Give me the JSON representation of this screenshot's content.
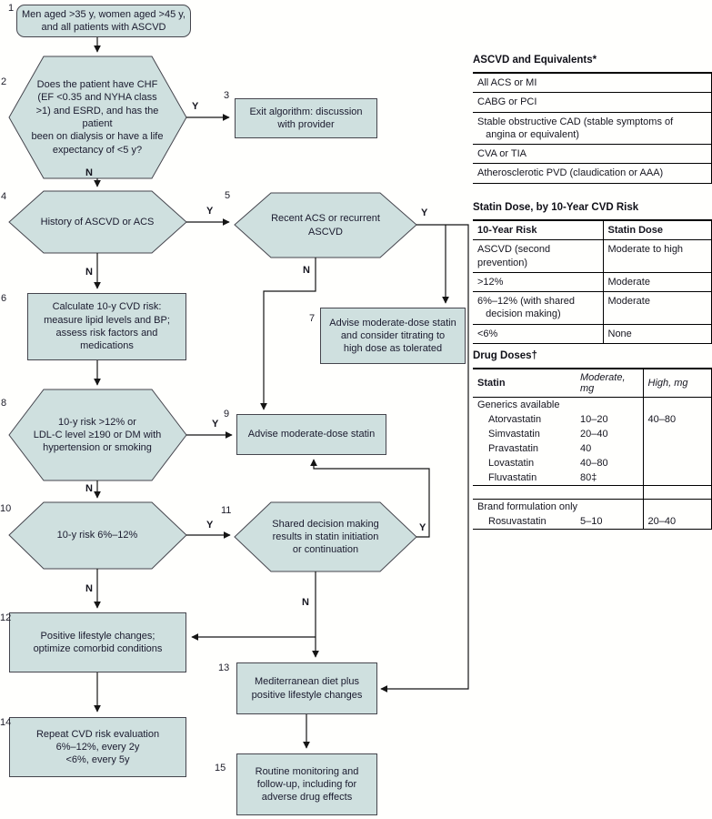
{
  "figure": {
    "background": "#fffffd",
    "node_fill": "#cfe0df",
    "node_border": "#45454d",
    "text_color": "#1a1a2e",
    "rule_color": "#000000"
  },
  "flow": {
    "nodes": [
      {
        "num": "1",
        "shape": "rounded",
        "text": "Men aged >35 y, women aged >45 y,\nand all patients with ASCVD"
      },
      {
        "num": "2",
        "shape": "hexagon",
        "text": "Does the patient have CHF\n(EF <0.35 and NYHA class\n>1) and ESRD, and has the patient\nbeen on dialysis or have a life\nexpectancy of <5 y?"
      },
      {
        "num": "3",
        "shape": "rect",
        "text": "Exit algorithm: discussion\nwith provider"
      },
      {
        "num": "4",
        "shape": "hexagon",
        "text": "History of ASCVD or ACS"
      },
      {
        "num": "5",
        "shape": "hexagon",
        "text": "Recent ACS or recurrent\nASCVD"
      },
      {
        "num": "6",
        "shape": "rect",
        "text": "Calculate 10-y CVD risk:\nmeasure lipid levels and BP;\nassess risk factors and\nmedications"
      },
      {
        "num": "7",
        "shape": "rect",
        "text": "Advise moderate-dose statin\nand consider titrating to\nhigh dose as tolerated"
      },
      {
        "num": "8",
        "shape": "hexagon",
        "text": "10-y risk >12% or\nLDL-C level ≥190 or DM with\nhypertension or smoking"
      },
      {
        "num": "9",
        "shape": "rect",
        "text": "Advise moderate-dose statin"
      },
      {
        "num": "10",
        "shape": "hexagon",
        "text": "10-y risk 6%–12%"
      },
      {
        "num": "11",
        "shape": "hexagon",
        "text": "Shared decision making\nresults in statin initiation\nor continuation"
      },
      {
        "num": "12",
        "shape": "rect",
        "text": "Positive lifestyle changes;\noptimize comorbid conditions"
      },
      {
        "num": "13",
        "shape": "rect",
        "text": "Mediterranean diet plus\npositive lifestyle changes"
      },
      {
        "num": "14",
        "shape": "rect",
        "text": "Repeat CVD risk evaluation\n6%–12%, every 2y\n<6%, every 5y"
      },
      {
        "num": "15",
        "shape": "rect",
        "text": "Routine monitoring and\nfollow-up, including for\nadverse drug effects"
      }
    ],
    "edge_labels": [
      {
        "edge": "2-yes",
        "text": "Y"
      },
      {
        "edge": "2-no",
        "text": "N"
      },
      {
        "edge": "4-yes",
        "text": "Y"
      },
      {
        "edge": "4-no",
        "text": "N"
      },
      {
        "edge": "5-yes",
        "text": "Y"
      },
      {
        "edge": "5-no",
        "text": "N"
      },
      {
        "edge": "8-yes",
        "text": "Y"
      },
      {
        "edge": "8-no",
        "text": "N"
      },
      {
        "edge": "10-yes",
        "text": "Y"
      },
      {
        "edge": "10-no",
        "text": "N"
      },
      {
        "edge": "11-yes",
        "text": "Y"
      },
      {
        "edge": "11-no",
        "text": "N"
      }
    ]
  },
  "tables": {
    "ascvd_equivalents": {
      "title": "ASCVD and Equivalents*",
      "rows": [
        "All ACS or MI",
        "CABG or PCI",
        "Stable obstructive CAD (stable symptoms of\n   angina or equivalent)",
        "CVA or TIA",
        "Atherosclerotic PVD (claudication or AAA)"
      ]
    },
    "statin_dose_by_risk": {
      "title": "Statin Dose, by 10-Year CVD Risk",
      "headers": [
        "10-Year Risk",
        "Statin Dose"
      ],
      "rows": [
        [
          "ASCVD (second prevention)",
          "Moderate to high"
        ],
        [
          ">12%",
          "Moderate"
        ],
        [
          "6%–12% (with shared\n   decision making)",
          "Moderate"
        ],
        [
          "<6%",
          "None"
        ]
      ]
    },
    "drug_doses": {
      "title": "Drug Doses†",
      "headers": [
        "Statin",
        "Moderate, mg",
        "High, mg"
      ],
      "rows": [
        {
          "type": "section",
          "label": "Generics available"
        },
        {
          "type": "drug",
          "name": "Atorvastatin",
          "moderate": "10–20",
          "high": "40–80"
        },
        {
          "type": "drug",
          "name": "Simvastatin",
          "moderate": "20–40",
          "high": ""
        },
        {
          "type": "drug",
          "name": "Pravastatin",
          "moderate": "40",
          "high": ""
        },
        {
          "type": "drug",
          "name": "Lovastatin",
          "moderate": "40–80",
          "high": ""
        },
        {
          "type": "drug",
          "name": "Fluvastatin",
          "moderate": "80‡",
          "high": ""
        },
        {
          "type": "spacer",
          "label": ""
        },
        {
          "type": "section",
          "label": "Brand formulation only"
        },
        {
          "type": "drug",
          "name": "Rosuvastatin",
          "moderate": "5–10",
          "high": "20–40"
        }
      ]
    }
  }
}
